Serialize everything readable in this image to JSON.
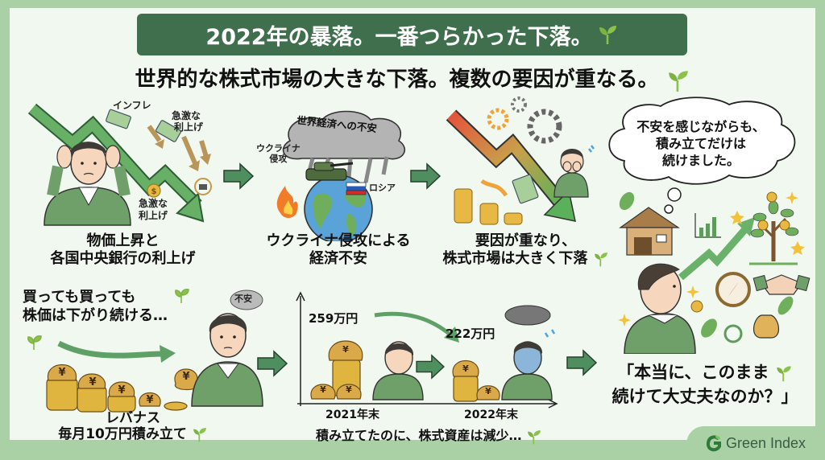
{
  "header": {
    "title": "2022年の暴落。一番つらかった下落。",
    "subtitle": "世界的な株式市場の大きな下落。複数の要因が重なる。"
  },
  "steps": [
    {
      "caption_line1": "物価上昇と",
      "caption_line2": "各国中央銀行の利上げ",
      "labels": [
        "インフレ",
        "急激な",
        "利上げ",
        "急激な",
        "利上げ"
      ]
    },
    {
      "caption_line1": "ウクライナ侵攻による",
      "caption_line2": "経済不安",
      "cloud_label": "世界経済への不安",
      "invasion_label_1": "ウクライナ",
      "invasion_label_2": "侵攻",
      "country_label": "ロシア"
    },
    {
      "caption_line1": "要因が重なり、",
      "caption_line2": "株式市場は大きく下落"
    }
  ],
  "thought": {
    "line1": "不安を感じながらも、",
    "line2": "積み立てだけは",
    "line3": "続けました。"
  },
  "bottom_left": {
    "heading_line1": "買っても買っても",
    "heading_line2": "株価は下がり続ける…",
    "worry_bubble": "不安",
    "caption_line1": "レバナス",
    "caption_line2": "毎月10万円積み立て",
    "bag_symbol": "¥"
  },
  "bottom_chart": {
    "value_2021": "259万円",
    "value_2022": "222万円",
    "x_label_2021": "2021年末",
    "x_label_2022": "2022年末",
    "caption": "積み立てたのに、株式資産は減少…"
  },
  "chart_data": {
    "type": "bar",
    "categories": [
      "2021年末",
      "2022年末"
    ],
    "values": [
      259,
      222
    ],
    "ylabel": "万円",
    "title": "積み立てたのに、株式資産は減少…"
  },
  "quote": {
    "line1": "「本当に、このまま",
    "line2": "続けて大丈夫なのか？」"
  },
  "brand": {
    "name": "Green Index",
    "logo_letter": "G"
  },
  "colors": {
    "frame": "#a9d1a5",
    "panel": "#f1f8ef",
    "title_bg": "#3f6f4c",
    "arrow": "#4f8f5f",
    "sprout": "#6ab04c"
  }
}
